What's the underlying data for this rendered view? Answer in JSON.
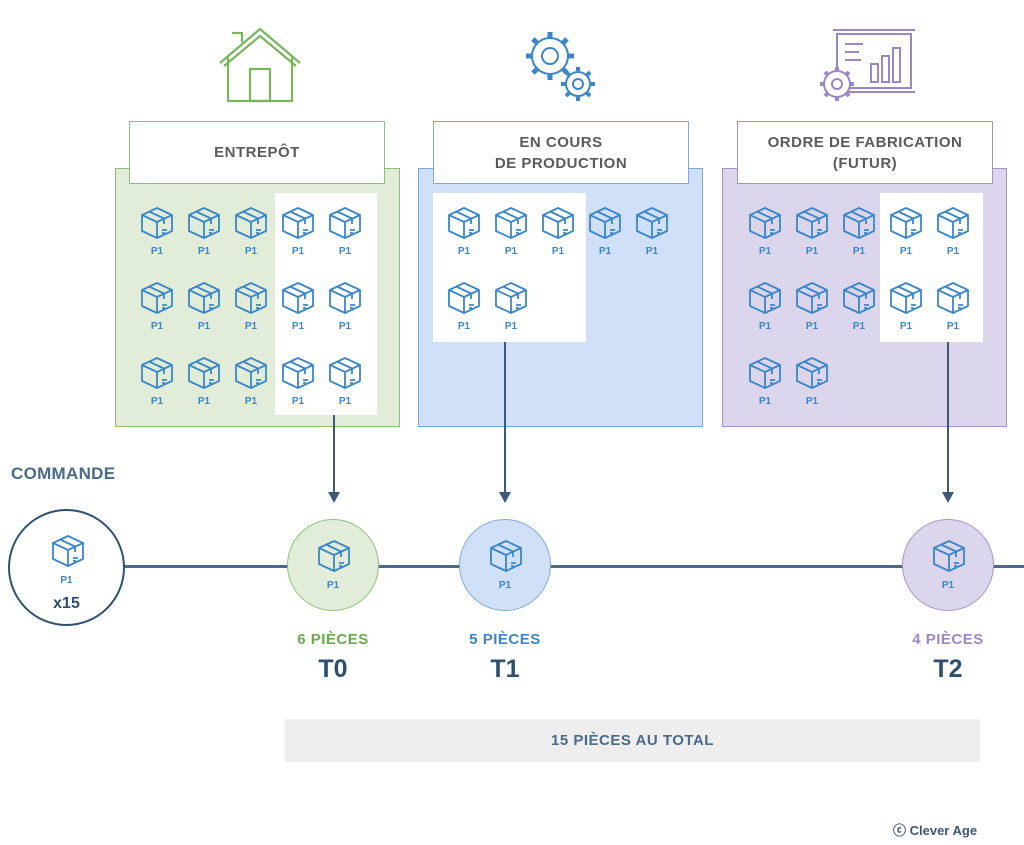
{
  "columns": {
    "entrepot": {
      "title": "ENTREPÔT",
      "color": "#8fbf76"
    },
    "production": {
      "title": "EN COURS\nDE PRODUCTION",
      "color": "#7ea9dd"
    },
    "fabrication": {
      "title": "ORDRE DE FABRICATION\n(FUTUR)",
      "color": "#a393c9"
    }
  },
  "box_label": "P1",
  "commande": {
    "title": "COMMANDE",
    "product": "P1",
    "quantity": "x15"
  },
  "milestones": {
    "t0": {
      "product": "P1",
      "pieces": "6 PIÈCES",
      "name": "T0",
      "color": "#6aa84f"
    },
    "t1": {
      "product": "P1",
      "pieces": "5 PIÈCES",
      "name": "T1",
      "color": "#3b86c8"
    },
    "t2": {
      "product": "P1",
      "pieces": "4 PIÈCES",
      "name": "T2",
      "color": "#9b87c8"
    }
  },
  "total": "15 PIÈCES AU TOTAL",
  "footer": "ⓒ Clever Age"
}
